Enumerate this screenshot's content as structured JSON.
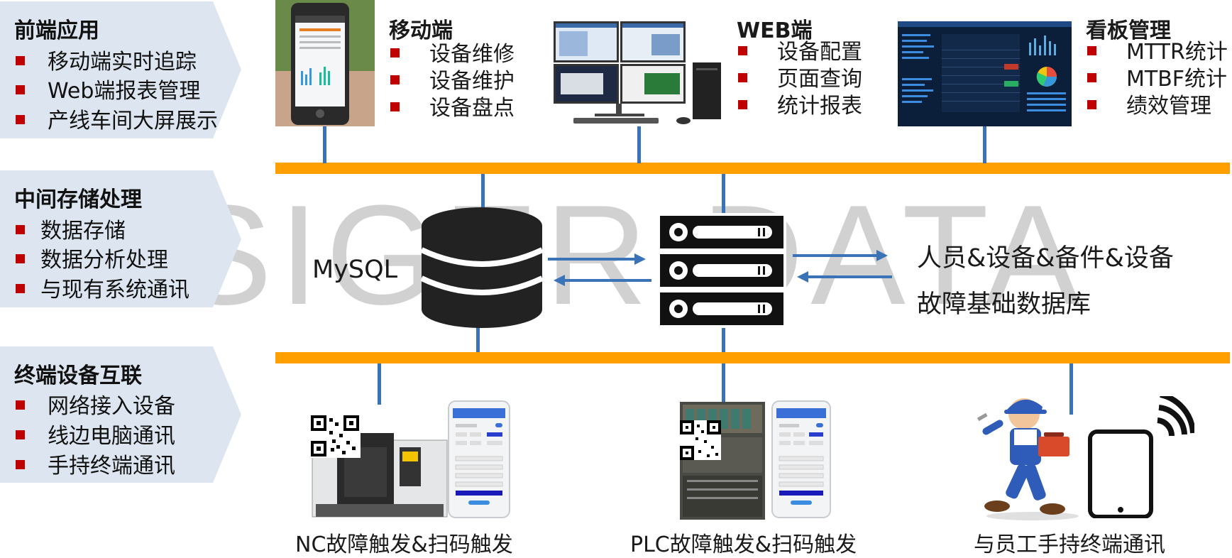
{
  "watermark": "SIGER DATA",
  "left": {
    "frontend": {
      "title": "前端应用",
      "items": [
        "移动端实时追踪",
        "Web端报表管理",
        "产线车间大屏展示"
      ]
    },
    "middle": {
      "title": "中间存储处理",
      "items": [
        "数据存储",
        "数据分析处理",
        "与现有系统通讯"
      ]
    },
    "terminal": {
      "title": "终端设备互联",
      "items": [
        "网络接入设备",
        "线边电脑通讯",
        "手持终端通讯"
      ]
    }
  },
  "top": {
    "mobile": {
      "title": "移动端",
      "items": [
        "设备维修",
        "设备维护",
        "设备盘点"
      ]
    },
    "web": {
      "title": "WEB端",
      "items": [
        "设备配置",
        "页面查询",
        "统计报表"
      ]
    },
    "board": {
      "title": "看板管理",
      "items": [
        "MTTR统计",
        "MTBF统计",
        "绩效管理"
      ]
    }
  },
  "middle": {
    "mysql": "MySQL",
    "db_line1": "人员&设备&备件&设备",
    "db_line2": "故障基础数据库"
  },
  "bottom": {
    "nc": "NC故障触发&扫码触发",
    "plc": "PLC故障触发&扫码触发",
    "staff": "与员工手持终端通讯"
  },
  "colors": {
    "accent_bar": "#ffa000",
    "connector": "#3a73b8",
    "bullet": "#c00000",
    "chevron": "#dde6f0"
  }
}
